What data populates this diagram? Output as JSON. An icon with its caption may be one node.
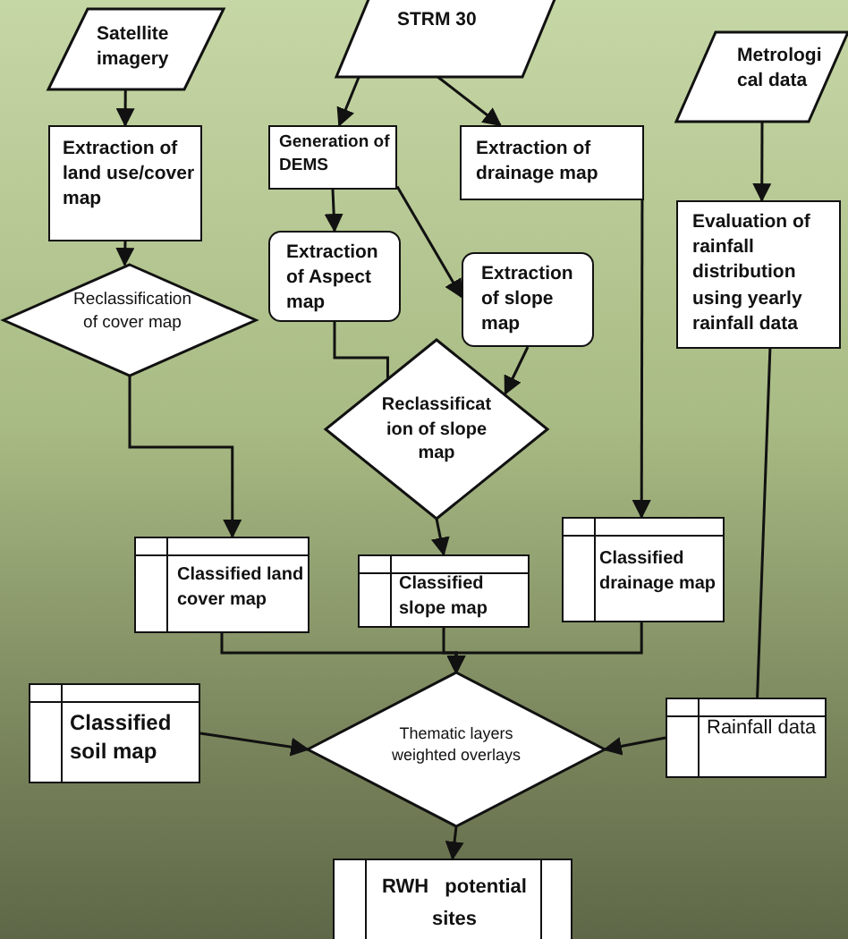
{
  "diagram": {
    "nodes": [
      {
        "text": [
          "Satellite imagery"
        ]
      },
      {
        "text": [
          "STRM 30"
        ]
      },
      {
        "text": [
          "Metrologi cal data"
        ]
      },
      {
        "text": [
          "Extraction of land use/cover map"
        ]
      },
      {
        "text": [
          "Generation of DEMS"
        ]
      },
      {
        "text": [
          "Extraction of drainage map"
        ]
      },
      {
        "text": [
          "Extraction of Aspect map"
        ]
      },
      {
        "text": [
          "Extraction of slope map"
        ]
      },
      {
        "text": [
          "Evaluation of rainfall distribution using yearly rainfall data"
        ]
      },
      {
        "text": [
          "Reclassification of cover map"
        ]
      },
      {
        "text": [
          "Reclassificat ion of slope map"
        ]
      },
      {
        "text": [
          "Classified land cover map"
        ]
      },
      {
        "text": [
          "Classified slope map"
        ]
      },
      {
        "text": [
          "Classified drainage map"
        ]
      },
      {
        "text": [
          "Classified soil map"
        ]
      },
      {
        "text": [
          "Thematic layers weighted overlays"
        ]
      },
      {
        "text": [
          "Rainfall data"
        ]
      },
      {
        "text": [
          "RWH potential sites"
        ]
      }
    ],
    "edges": [
      {
        "from": 0,
        "to": 3,
        "arrow": "to"
      },
      {
        "from": 1,
        "to": 4,
        "arrow": "to"
      },
      {
        "from": 1,
        "to": 5,
        "arrow": "to"
      },
      {
        "from": 2,
        "to": 8,
        "arrow": "to"
      },
      {
        "from": 3,
        "to": 9,
        "arrow": "to"
      },
      {
        "from": 4,
        "to": 6,
        "arrow": "to"
      },
      {
        "from": 4,
        "to": 7,
        "arrow": "to"
      },
      {
        "from": 6,
        "to": 10,
        "arrow": "none"
      },
      {
        "from": 7,
        "to": 10,
        "arrow": "to"
      },
      {
        "from": 9,
        "to": 11,
        "arrow": "to"
      },
      {
        "from": 10,
        "to": 12,
        "arrow": "to"
      },
      {
        "from": 5,
        "to": 13,
        "arrow": "to"
      },
      {
        "from": 11,
        "to": 15,
        "arrow": "to"
      },
      {
        "from": 12,
        "to": 15,
        "arrow": "to"
      },
      {
        "from": 13,
        "to": 15,
        "arrow": "to"
      },
      {
        "from": 14,
        "to": 15,
        "arrow": "to"
      },
      {
        "from": 16,
        "to": 15,
        "arrow": "to"
      },
      {
        "from": 8,
        "to": 16,
        "arrow": "none"
      },
      {
        "from": 15,
        "to": 17,
        "arrow": "to"
      }
    ]
  }
}
